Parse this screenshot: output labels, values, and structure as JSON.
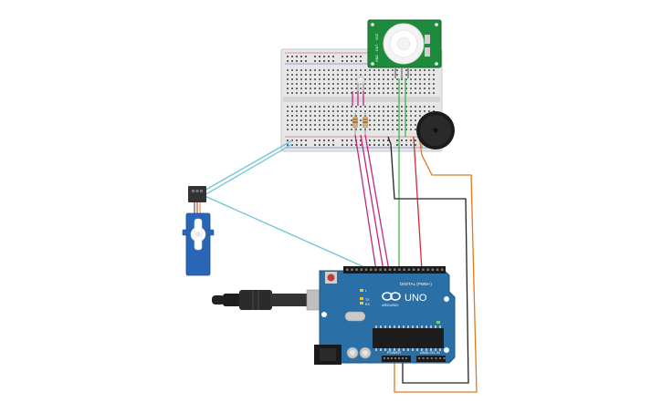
{
  "arduino": {
    "brand": "ARDUINO",
    "model": "UNO",
    "digital_label": "DIGITAL (PWM~)",
    "power_label": "POWER",
    "analog_label": "ANALOG IN",
    "tx_label": "TX",
    "rx_label": "RX",
    "l_label": "L"
  },
  "pir": {
    "pin_labels": [
      "VCC",
      "OUT",
      "GND"
    ]
  },
  "colors": {
    "board_blue": "#2a6fa6",
    "pir_green": "#1e8a3c",
    "servo_blue": "#2a66b8",
    "wire_cyan": "#6cc4d4",
    "wire_magenta": "#c0287c",
    "wire_green": "#3cb44a",
    "wire_black": "#222222",
    "wire_red": "#d22b2b",
    "wire_orange": "#e07a1e"
  }
}
